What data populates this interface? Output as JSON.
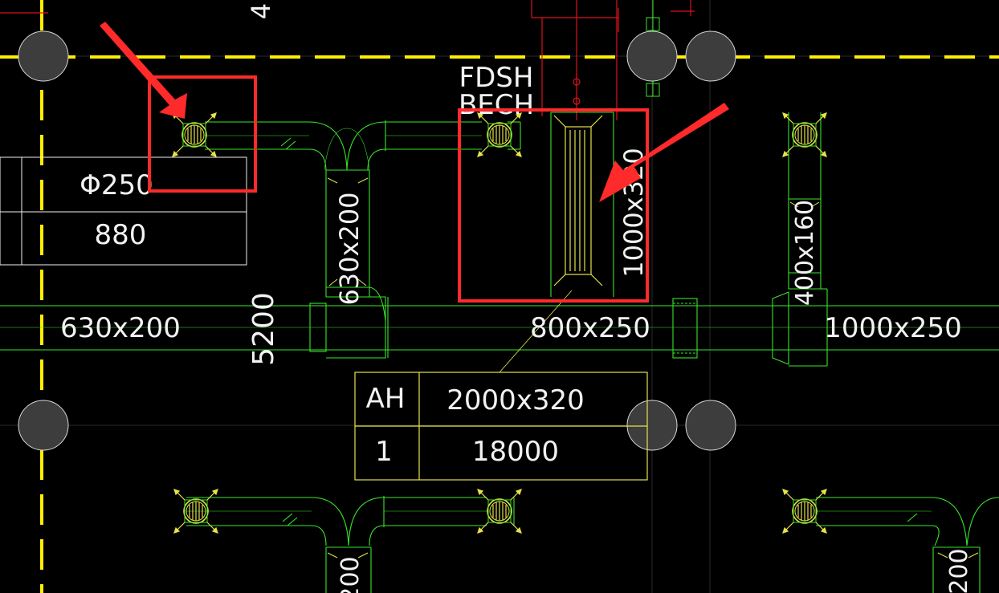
{
  "colors": {
    "background": "#000000",
    "duct": "#38e62a",
    "axis": "#ffee00",
    "column": "#3d3d3d",
    "pipe_red": "#e0101a",
    "annotation": "#ff2a2a",
    "text": "#f2f2f2",
    "tag_box": "#e6e24a"
  },
  "labels": {
    "axis_number": "4",
    "fdsh": "FDSH",
    "bech": "BECH",
    "left_tag_size": "Φ250",
    "left_tag_flow": "880",
    "vertical_630x200": "630x200",
    "vertical_1000x320": "1000x320",
    "vertical_400x160": "400x160",
    "dimension_5200": "5200",
    "duct_left": "630x200",
    "duct_mid": "800x250",
    "duct_right": "1000x250",
    "bottom_left_vertical": "200",
    "bottom_right_vertical": "200"
  },
  "tag_table": {
    "type": "AH",
    "size": "2000x320",
    "count": "1",
    "flow": "18000"
  },
  "icons": {
    "callout_left": "red-arrow-icon",
    "callout_right": "red-arrow-icon",
    "diffuser": "round-diffuser-icon",
    "grille": "linear-grille-icon"
  }
}
